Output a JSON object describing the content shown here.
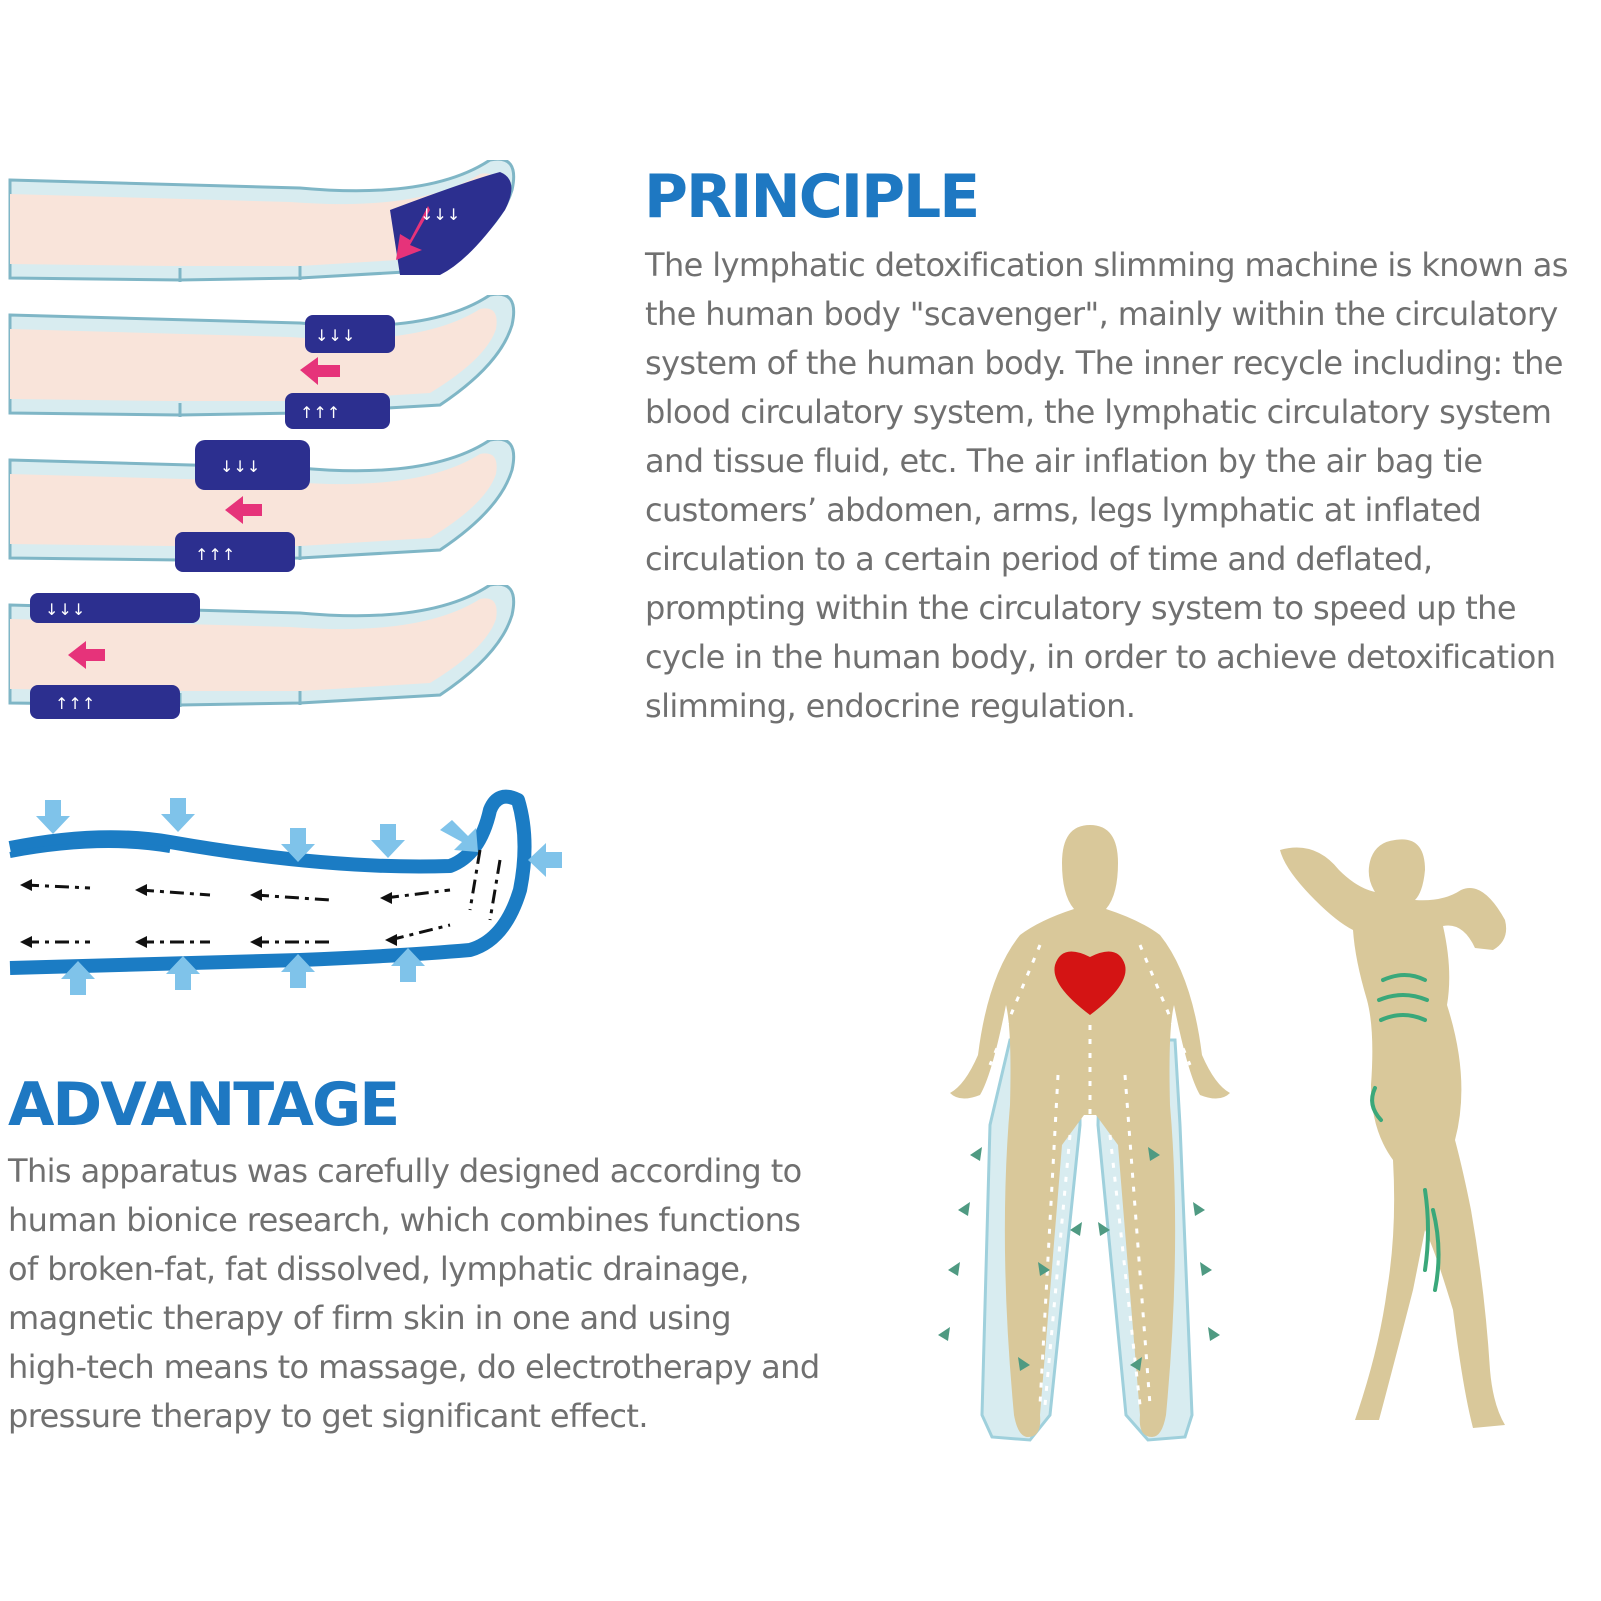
{
  "colors": {
    "heading": "#1e78c2",
    "body_text": "#707070",
    "skin": "#f9e4da",
    "cuff_light": "#d8ecf0",
    "cuff_outline": "#7fb6c6",
    "cuff_active": "#2c2f8f",
    "pink_arrow": "#e6337a",
    "blue_band": "#1b7cc4",
    "light_arrow": "#7fc3ea",
    "body_figure": "#d9c89a",
    "heart": "#d41414",
    "green_lines": "#3aa87a"
  },
  "principle": {
    "heading": "PRINCIPLE",
    "lines": [
      "The lymphatic detoxification slimming machine is known as",
      "the human body \"scavenger\", mainly within the circulatory",
      "system of the human body. The inner recycle including: the",
      "blood circulatory system, the lymphatic circulatory system",
      "and tissue fluid, etc. The air inflation by the air bag tie",
      "customers’ abdomen, arms, legs lymphatic at inflated",
      "circulation to a certain period of time and deflated,",
      "prompting within the circulatory system to speed up the",
      "cycle in the human body, in order to achieve detoxification",
      "slimming, endocrine regulation."
    ]
  },
  "advantage": {
    "heading": "ADVANTAGE",
    "lines": [
      "This apparatus was carefully designed according to",
      "human bionice research, which combines functions",
      "of broken-fat, fat dissolved, lymphatic drainage,",
      "magnetic therapy of firm skin in one and using",
      "high-tech means to massage, do electrotherapy and",
      "pressure therapy to get significant effect."
    ]
  },
  "illustrations": {
    "leg_sequence": "leg-compression-sequence-illustration",
    "leg_cross_section": "leg-pressure-cross-section-illustration",
    "front_body": "front-body-lymph-flow-illustration",
    "side_body": "side-body-figure-illustration"
  }
}
